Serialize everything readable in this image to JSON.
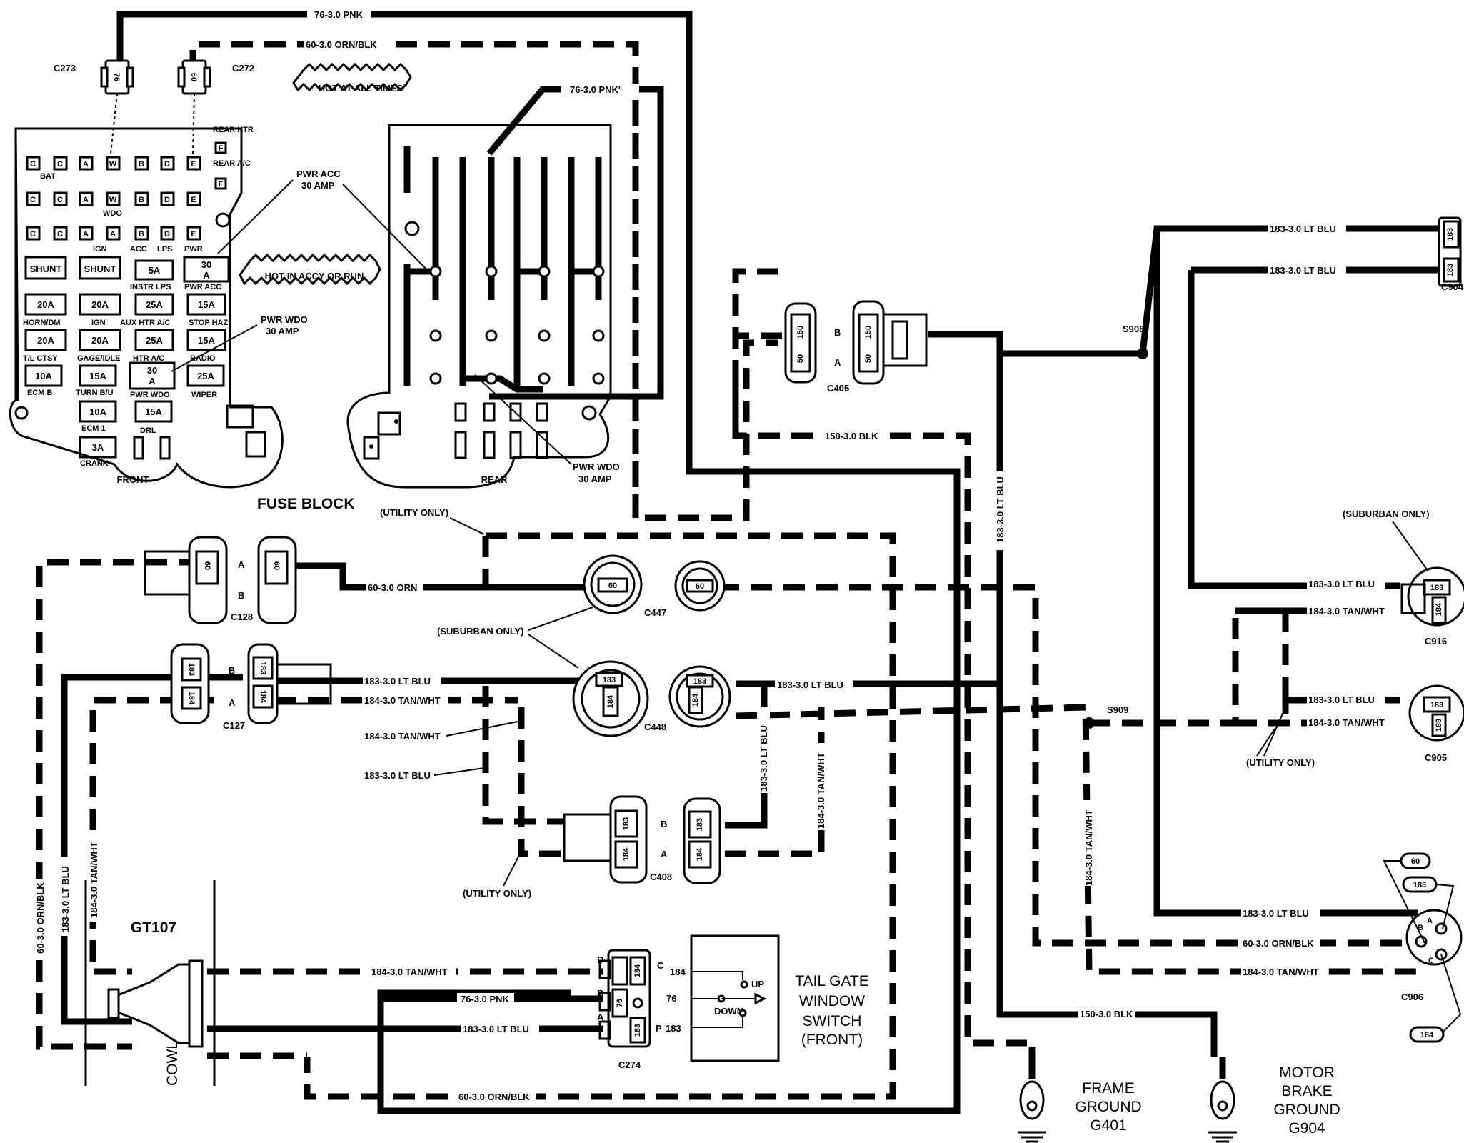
{
  "wires": {
    "w76_top": "76-3.0 PNK",
    "w60_top": "60-3.0 ORN/BLK",
    "w76_rear": "76-3.0 PNK'",
    "w183_top1": "183-3.0 LT BLU",
    "w183_top2": "183-3.0 LT BLU",
    "w150": "150-3.0 BLK",
    "w183_vert": "183-3.0 LT BLU",
    "w60_orn": "60-3.0 ORN",
    "w183_c127": "183-3.0 LT BLU",
    "w184_c127": "184-3.0 TAN/WHT",
    "w184_left": "184-3.0 TAN/WHT",
    "w183_left": "183-3.0 LT BLU",
    "w183_mid": "183-3.0 LT BLU",
    "w183_vert2": "183-3.0 LT BLU",
    "w184_vert2": "184-3.0 TAN/WHT",
    "w183_c916": "183-3.0 LT BLU",
    "w184_c916": "184-3.0 TAN/WHT",
    "w183_c905": "183-3.0 LT BLU",
    "w184_c905": "184-3.0 TAN/WHT",
    "w184_vert3": "184-3.0 TAN/WHT",
    "w183_c906": "183-3.0 LT BLU",
    "w60_c906": "60-3.0 ORN/BLK",
    "w184_c906": "184-3.0 TAN/WHT",
    "w150_bot": "150-3.0 BLK",
    "w60_v": "60-3.0 ORN/BLK",
    "w183_v": "183-3.0 LT BLU",
    "w184_v": "184-3.0 TAN/WHT",
    "w184_switch": "184-3.0 TAN/WHT",
    "w76_switch": "76-3.0 PNK",
    "w183_switch": "183-3.0 LT BLU",
    "w60_bottom": "60-3.0 ORN/BLK"
  },
  "connectors": {
    "c273": "C273",
    "c272": "C272",
    "c405": "C405",
    "c128": "C128",
    "c127": "C127",
    "c447": "C447",
    "c448": "C448",
    "c408": "C408",
    "c274": "C274",
    "c904": "C904",
    "c916": "C916",
    "c905": "C905",
    "c906": "C906"
  },
  "splices": {
    "s908": "S908",
    "s909": "S909"
  },
  "cavities": {
    "a": "A",
    "b": "B",
    "c": "C",
    "d": "D",
    "p": "P",
    "n76": "76",
    "n60": "60",
    "n50": "50",
    "n150": "150",
    "n183": "183",
    "n184": "184"
  },
  "notes": {
    "hot_all": "HOT AT ALL TIMES",
    "hot_accy": "HOT IN ACCY OR RUN",
    "pwr_acc": "PWR ACC",
    "pwr_acc_amp": "30 AMP",
    "pwr_wdo": "PWR WDO",
    "pwr_wdo_amp": "30 AMP",
    "pwr_wdo2": "PWR WDO",
    "pwr_wdo2_amp": "30 AMP",
    "utility_only": "(UTILITY ONLY)",
    "suburban_only": "(SUBURBAN ONLY)",
    "fuse_block": "FUSE BLOCK",
    "front": "FRONT",
    "rear": "REAR",
    "gt107": "GT107",
    "cowl": "COWL"
  },
  "fuse_front": {
    "c": "C",
    "a": "A",
    "w": "W",
    "b": "B",
    "d": "D",
    "e": "E",
    "f": "F",
    "bat": "BAT",
    "wdo": "WDO",
    "ign": "IGN",
    "acc": "ACC",
    "lps": "LPS",
    "pwr": "PWR",
    "rear_htr": "REAR HTR",
    "rear_ac": "REAR A/C",
    "shunt": "SHUNT",
    "5a": "5A",
    "30": "30",
    "a_unit": "A",
    "instr_lps": "INSTR LPS",
    "pwr_acc": "PWR ACC",
    "20a": "20A",
    "25a": "25A",
    "15a": "15A",
    "10a": "10A",
    "3a": "3A",
    "horn_dm": "HORN/DM",
    "ign2": "IGN",
    "aux_htr_ac": "AUX HTR A/C",
    "stop_haz": "STOP HAZ",
    "tl_ctsy": "T/L CTSY",
    "gage_idle": "GAGE/IDLE",
    "htr_ac": "HTR A/C",
    "radio": "RADIO",
    "ecm_b": "ECM B",
    "turn_bu": "TURN B/U",
    "pwr_wdo": "PWR WDO",
    "wiper": "WIPER",
    "ecm1": "ECM 1",
    "drl": "DRL",
    "crank": "CRANK"
  },
  "switch": {
    "title1": "TAIL GATE",
    "title2": "WINDOW",
    "title3": "SWITCH",
    "title4": "(FRONT)",
    "up": "UP",
    "down": "DOWN",
    "t184": "184",
    "t76": "76",
    "t183": "183",
    "p": "P"
  },
  "grounds": {
    "frame1": "FRAME",
    "frame2": "GROUND",
    "frame3": "G401",
    "motor1": "MOTOR",
    "motor2": "BRAKE",
    "motor3": "GROUND",
    "motor4": "G904"
  },
  "motor": {
    "t60": "60",
    "t183": "183",
    "t184": "184"
  }
}
